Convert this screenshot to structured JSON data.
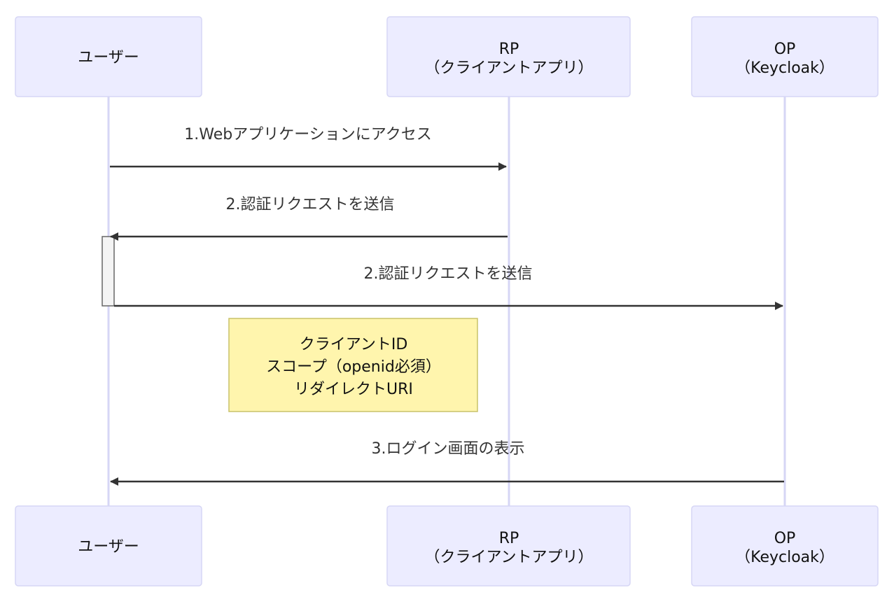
{
  "actors": [
    {
      "line1": "ユーザー",
      "line2": ""
    },
    {
      "line1": "RP",
      "line2": "（クライアントアプリ）"
    },
    {
      "line1": "OP",
      "line2": "（Keycloak）"
    }
  ],
  "messages": [
    {
      "label": "1.Webアプリケーションにアクセス",
      "from": "ユーザー",
      "to": "RP"
    },
    {
      "label": "2.認証リクエストを送信",
      "from": "RP",
      "to": "ユーザー"
    },
    {
      "label": "2.認証リクエストを送信",
      "from": "ユーザー",
      "to": "OP"
    },
    {
      "label": "3.ログイン画面の表示",
      "from": "OP",
      "to": "ユーザー"
    }
  ],
  "note": {
    "lines": [
      "クライアントID",
      "スコープ（openid必須）",
      "リダイレクトURI"
    ]
  },
  "colors": {
    "actor_fill": "#ECECFF",
    "actor_stroke": "#D6D6F5",
    "note_fill": "#FFF5AD",
    "line": "#333333"
  }
}
